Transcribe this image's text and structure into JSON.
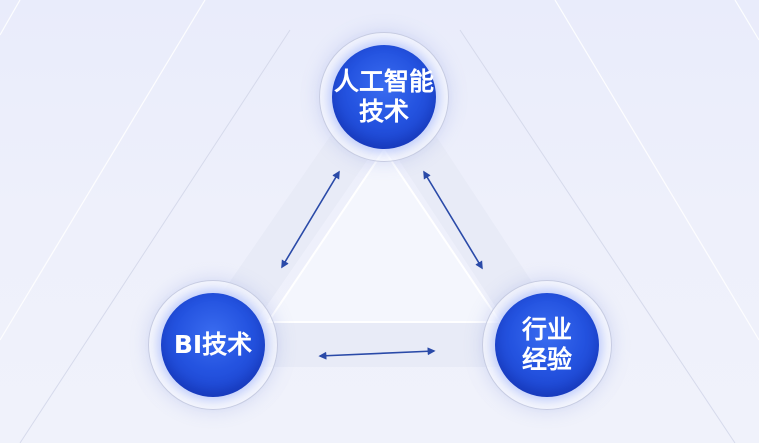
{
  "diagram": {
    "type": "triangle-cycle",
    "nodes": [
      {
        "id": "ai",
        "lines": [
          "人工智能",
          "技术"
        ]
      },
      {
        "id": "bi",
        "lines": [
          "BI技术"
        ]
      },
      {
        "id": "industry",
        "lines": [
          "行业",
          "经验"
        ]
      }
    ],
    "edges": [
      {
        "from": "ai",
        "to": "bi",
        "style": "bidirectional-arrow"
      },
      {
        "from": "ai",
        "to": "industry",
        "style": "bidirectional-arrow"
      },
      {
        "from": "bi",
        "to": "industry",
        "style": "bidirectional-arrow"
      }
    ]
  },
  "colors": {
    "background": "#eceffb",
    "node_fill": "#2453e0",
    "node_text": "#ffffff",
    "arrow": "#2a4aa8",
    "band": "#e1e5f5"
  }
}
